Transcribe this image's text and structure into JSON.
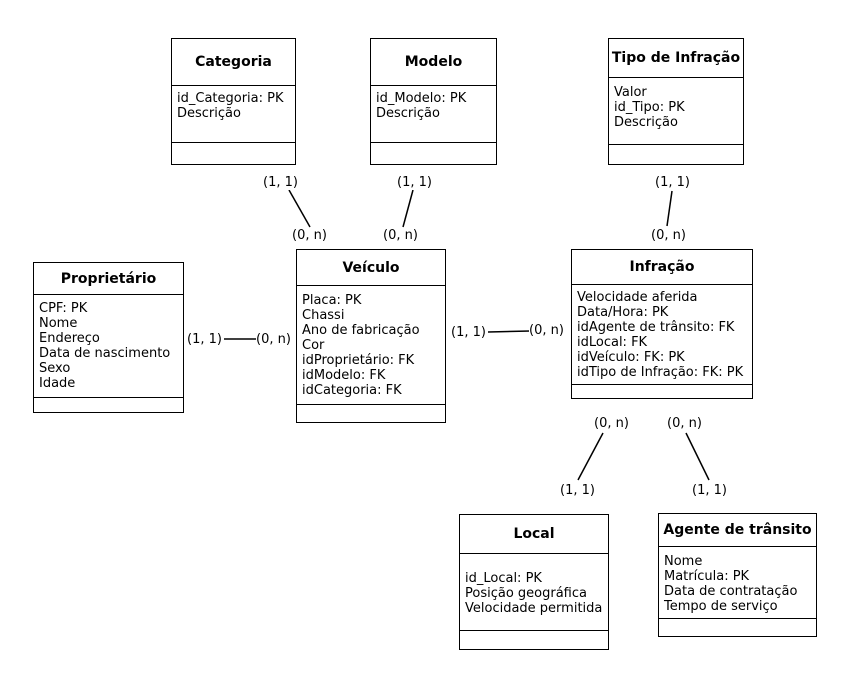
{
  "entities": {
    "categoria": {
      "name": "Categoria",
      "attributes": [
        "id_Categoria: PK",
        "Descrição"
      ]
    },
    "modelo": {
      "name": "Modelo",
      "attributes": [
        "id_Modelo: PK",
        "Descrição"
      ]
    },
    "tipo_infracao": {
      "name": "Tipo de Infração",
      "attributes": [
        "Valor",
        "id_Tipo: PK",
        "Descrição"
      ]
    },
    "proprietario": {
      "name": "Proprietário",
      "attributes": [
        "CPF: PK",
        "Nome",
        "Endereço",
        "Data de nascimento",
        "Sexo",
        "Idade"
      ]
    },
    "veiculo": {
      "name": "Veículo",
      "attributes": [
        "Placa: PK",
        "Chassi",
        "Ano de fabricação",
        "Cor",
        "idProprietário: FK",
        "idModelo: FK",
        "idCategoria: FK"
      ]
    },
    "infracao": {
      "name": "Infração",
      "attributes": [
        "Velocidade aferida",
        "Data/Hora: PK",
        "idAgente de trânsito: FK",
        "idLocal: FK",
        "idVeículo: FK: PK",
        "idTipo de Infração: FK: PK"
      ]
    },
    "local": {
      "name": "Local",
      "attributes": [
        "id_Local: PK",
        "Posição geográfica",
        "Velocidade permitida"
      ]
    },
    "agente": {
      "name": "Agente de trânsito",
      "attributes": [
        "Nome",
        "Matrícula: PK",
        "Data de contratação",
        "Tempo de serviço"
      ]
    }
  },
  "cardinalities": {
    "categoria_side": "(1, 1)",
    "veiculo_categoria_side": "(0, n)",
    "modelo_side": "(1, 1)",
    "veiculo_modelo_side": "(0, n)",
    "tipo_side": "(1, 1)",
    "infracao_tipo_side": "(0, n)",
    "proprietario_side": "(1, 1)",
    "veiculo_proprietario_side": "(0, n)",
    "veiculo_infracao_side": "(1, 1)",
    "infracao_veiculo_side": "(0, n)",
    "infracao_local_side": "(0, n)",
    "local_side": "(1, 1)",
    "infracao_agente_side": "(0, n)",
    "agente_side": "(1, 1)"
  }
}
